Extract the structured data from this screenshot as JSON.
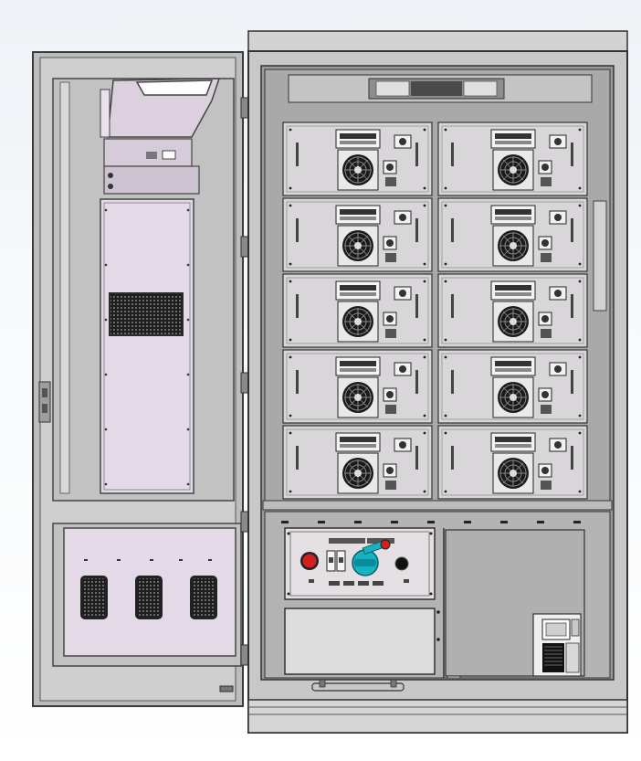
{
  "diagram": {
    "title": "",
    "colors": {
      "cabinet_frame": "#c9c9c9",
      "cabinet_dark": "#4a4a4a",
      "door_panel": "#e4d9e6",
      "battery_module": "#d9d6d9",
      "control_plate": "#e3dfe3",
      "red_button": "#d02020",
      "cyan_switch": "#15b3c2",
      "fan_grille": "#222222"
    },
    "battery_grid": {
      "rows": 5,
      "columns": 2
    },
    "door_vents": 3,
    "icons": [
      "hinge-icon",
      "fan-icon",
      "vent-grille-icon",
      "rotary-switch-icon",
      "emergency-stop-icon",
      "door-handle-icon"
    ]
  }
}
